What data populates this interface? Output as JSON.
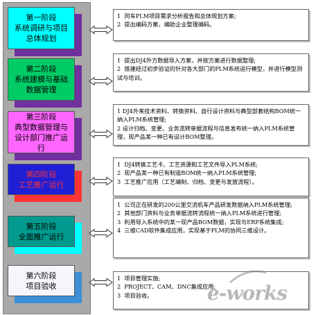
{
  "colors": {
    "column_bg": "#a9a9a9",
    "arrow_stroke": "#333333",
    "watermark": "#7d7d7d"
  },
  "stages": [
    {
      "title": "第一阶段\n系统调研与项目\n总体规划",
      "face": "#00ffff",
      "shadow": "#7030a0",
      "desc": [
        "1  同车PLM项目需求分析报告和总体规划方案;",
        "2  提出编码方案，编助企业整理编码。"
      ]
    },
    {
      "title": "第二阶段\n系统建模与基础\n数据管理",
      "face": "#00cc66",
      "shadow": "#7030a0",
      "desc": [
        "1  提出DJ4外方数据导入方案，并按方案进行数据整理;",
        "2  搭建经过初步验证的针对各大部门的PLM系统运行模型，并进行模型测试与培训。"
      ]
    },
    {
      "title": "第三阶段\n典型数据管理与\n设计部门推广运\n行",
      "face": "#ff66ff",
      "shadow": "#7030a0",
      "desc": [
        "1 DJ4外来技术资料、转换资料、自行设计资料与典型部套结构BOM统一纳入PLM系统管理;",
        "2 设计归档、变更、业务流转单据流程与信息发布统一纳入PLM系统管理，现产品某一种已有设计BOM整理。"
      ]
    },
    {
      "title": "第四阶段\n工艺推广运行",
      "face": "#1f1fd6",
      "shadow": "#ff3333",
      "desc": [
        "1  DJ4转换工艺卡、工艺资源和工艺文件导入PLM系统;",
        "2  现产品某一种已有制造BOM统一纳入PLM系统管理;",
        "3  工艺推广应用（工艺编制、归档、变更与发放流程）。"
      ]
    },
    {
      "title": "第五阶段\n全面推广运行",
      "face": "#009b8e",
      "shadow": "#00ffff",
      "desc": [
        "1  公司正在研发的200公里交流机车产品研发数据纳入PLM系统管理;",
        "2  其他部门资料与业务单据流转流程统一纳入PLM系统进行管理;",
        "3  利用导入系统中的某一现产品BOM数据，实现与ERP系统集成;",
        "4  三维CAD软件集成应用，实现基于PLM的协同三维设计。"
      ]
    },
    {
      "title": "第六阶段\n项目验收",
      "face": "#f5f5fa",
      "shadow": "#3a8fd6",
      "desc": [
        "1  项目管理实施;",
        "2  PROJECT、CAM、DNC集成应用;",
        "3  项目验收。"
      ]
    }
  ],
  "watermark": {
    "text": "e-works"
  }
}
